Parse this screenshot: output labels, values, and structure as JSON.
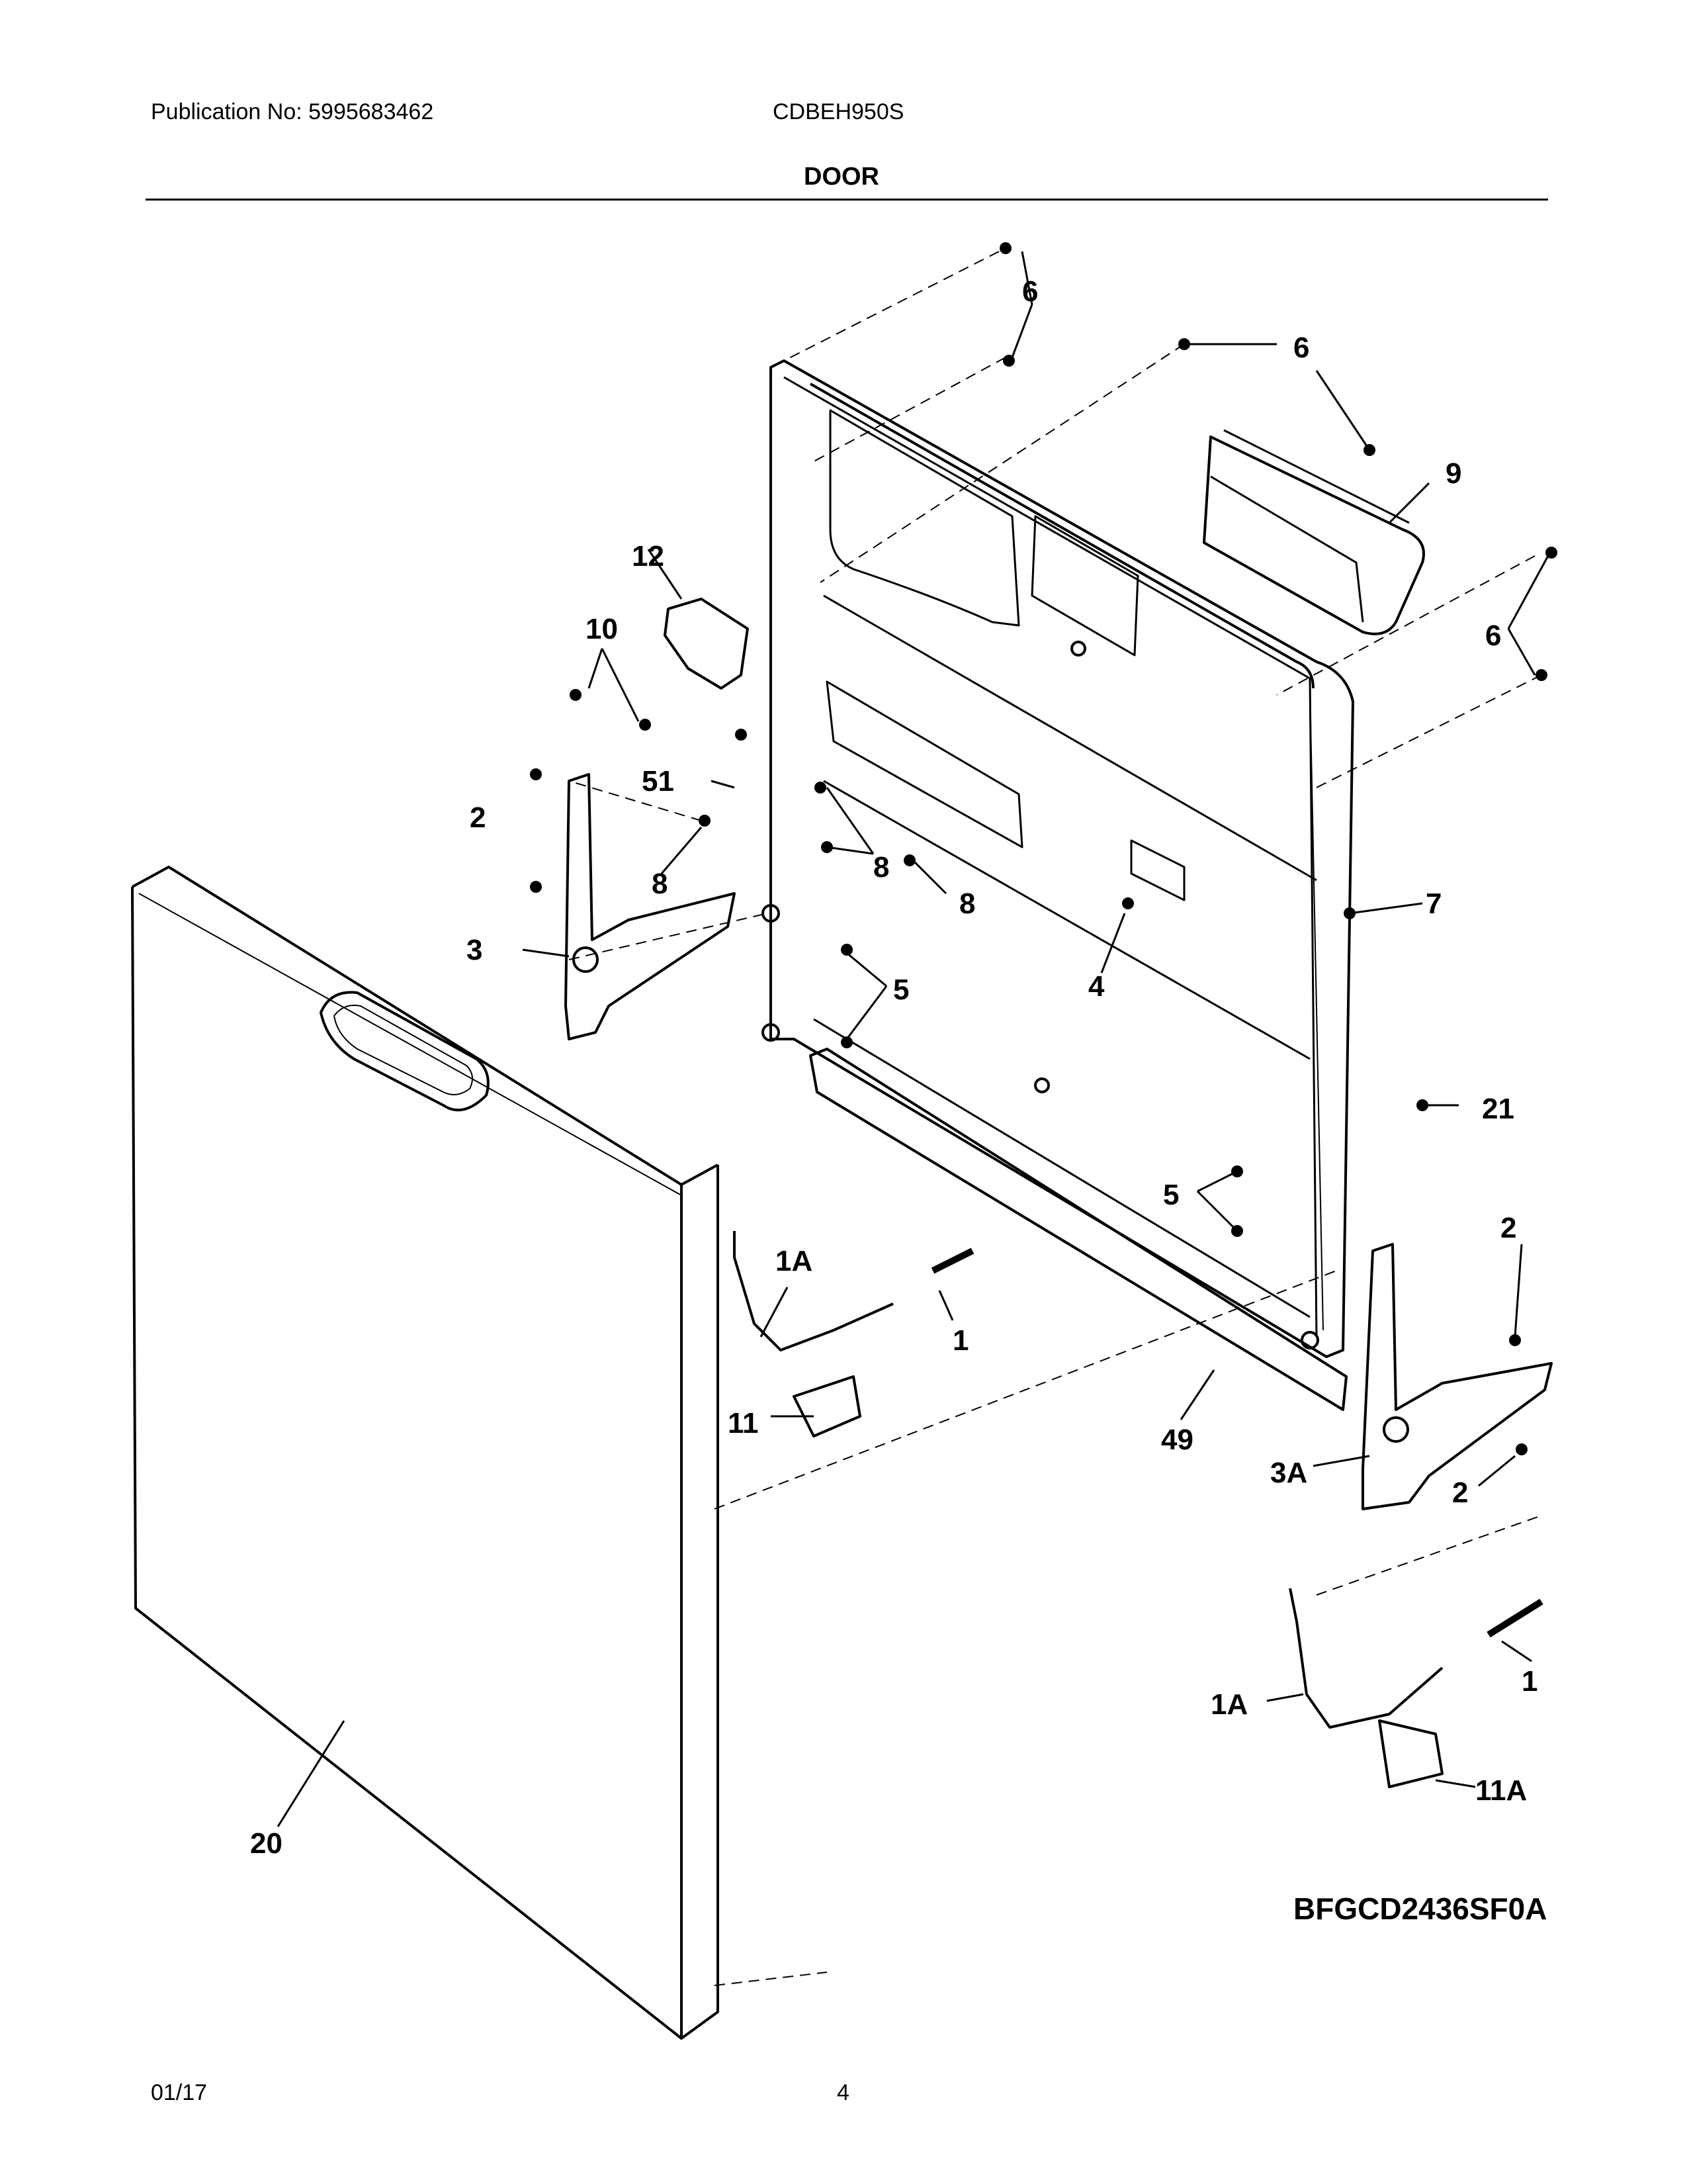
{
  "header": {
    "publication": "Publication No: 5995683462",
    "model": "CDBEH950S",
    "section": "DOOR"
  },
  "diagram": {
    "code": "BFGCD2436SF0A",
    "callouts": {
      "c6a": "6",
      "c6b": "6",
      "c6c": "6",
      "c9": "9",
      "c12": "12",
      "c10": "10",
      "c51": "51",
      "c2a": "2",
      "c8a": "8",
      "c8b": "8",
      "c8c": "8",
      "c7": "7",
      "c3": "3",
      "c5a": "5",
      "c4": "4",
      "c21": "21",
      "c5b": "5",
      "c2b": "2",
      "c1Aa": "1A",
      "c1a": "1",
      "c11": "11",
      "c49": "49",
      "c3A": "3A",
      "c2c": "2",
      "c1Ab": "1A",
      "c1b": "1",
      "c11A": "11A",
      "c20": "20"
    }
  },
  "footer": {
    "date": "01/17",
    "page": "4"
  }
}
